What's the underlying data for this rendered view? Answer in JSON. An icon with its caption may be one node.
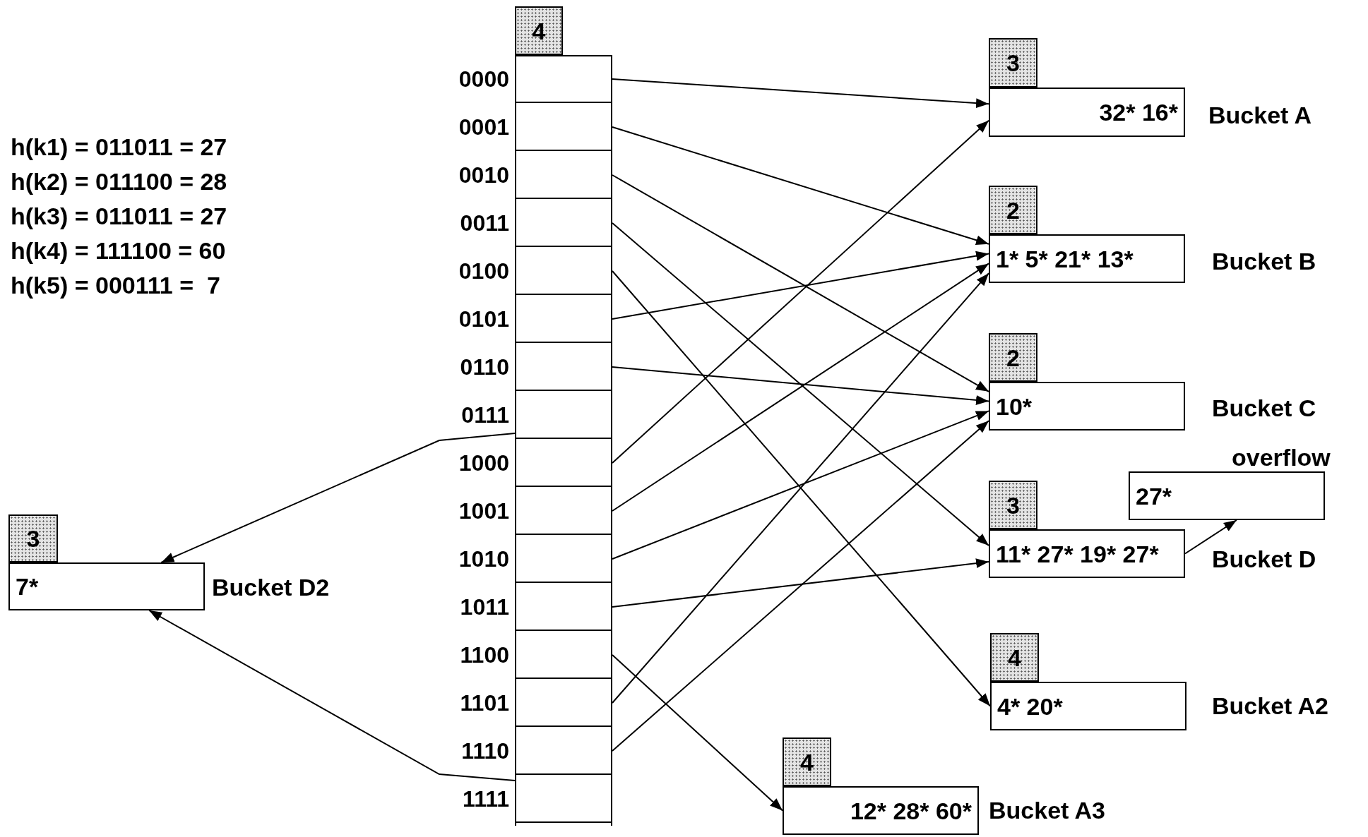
{
  "diagram": {
    "nodes": [
      {
        "text": [
          "4"
        ]
      },
      {
        "text": [],
        "shape": "box"
      },
      {
        "text": [],
        "shape": "box",
        "beside": [
          "0000"
        ],
        "in": 1
      },
      {
        "text": [],
        "shape": "box",
        "beside": [
          "0001"
        ],
        "in": 1
      },
      {
        "text": [],
        "shape": "box",
        "beside": [
          "0010"
        ],
        "in": 1
      },
      {
        "text": [],
        "shape": "box",
        "beside": [
          "0011"
        ],
        "in": 1
      },
      {
        "text": [],
        "shape": "box",
        "beside": [
          "0100"
        ],
        "in": 1
      },
      {
        "text": [],
        "shape": "box",
        "beside": [
          "0101"
        ],
        "in": 1
      },
      {
        "text": [],
        "shape": "box",
        "beside": [
          "0110"
        ],
        "in": 1
      },
      {
        "text": [],
        "shape": "box",
        "beside": [
          "0111"
        ],
        "in": 1
      },
      {
        "text": [],
        "shape": "box",
        "beside": [
          "1000"
        ],
        "in": 1
      },
      {
        "text": [],
        "shape": "box",
        "beside": [
          "1001"
        ],
        "in": 1
      },
      {
        "text": [],
        "shape": "box",
        "beside": [
          "1010"
        ],
        "in": 1
      },
      {
        "text": [],
        "shape": "box",
        "beside": [
          "1011"
        ],
        "in": 1
      },
      {
        "text": [],
        "shape": "box",
        "beside": [
          "1100"
        ],
        "in": 1
      },
      {
        "text": [],
        "shape": "box",
        "beside": [
          "1101"
        ],
        "in": 1
      },
      {
        "text": [],
        "shape": "box",
        "beside": [
          "1110"
        ],
        "in": 1
      },
      {
        "text": [],
        "shape": "box",
        "beside": [
          "1111"
        ],
        "in": 1
      },
      {
        "text": [
          "3"
        ]
      },
      {
        "text": [
          "32* 16*"
        ],
        "beside": [
          "Bucket A"
        ]
      },
      {
        "text": [
          "2"
        ]
      },
      {
        "text": [
          "1* 5* 21* 13*"
        ],
        "beside": [
          "Bucket B"
        ]
      },
      {
        "text": [
          "2"
        ]
      },
      {
        "text": [
          "10*"
        ],
        "beside": [
          "Bucket C"
        ]
      },
      {
        "text": [
          "27*"
        ],
        "beside": [
          "overflow"
        ]
      },
      {
        "text": [
          "3"
        ]
      },
      {
        "text": [
          "11* 27* 19* 27*"
        ],
        "beside": [
          "Bucket D"
        ]
      },
      {
        "text": [
          "4"
        ]
      },
      {
        "text": [
          "4* 20*"
        ],
        "beside": [
          "Bucket A2"
        ]
      },
      {
        "text": [
          "3"
        ]
      },
      {
        "text": [
          "7*"
        ],
        "beside": [
          "Bucket D2"
        ]
      },
      {
        "text": [
          "4"
        ]
      },
      {
        "text": [
          "12* 28* 60*"
        ],
        "beside": [
          "Bucket A3"
        ]
      }
    ],
    "edges": [
      {
        "from": 2,
        "to": 19,
        "arrow": "to"
      },
      {
        "from": 3,
        "to": 21,
        "arrow": "to"
      },
      {
        "from": 4,
        "to": 23,
        "arrow": "to"
      },
      {
        "from": 5,
        "to": 26,
        "arrow": "to"
      },
      {
        "from": 6,
        "to": 28,
        "arrow": "to"
      },
      {
        "from": 7,
        "to": 21,
        "arrow": "to"
      },
      {
        "from": 8,
        "to": 23,
        "arrow": "to"
      },
      {
        "from": 9,
        "to": 30,
        "arrow": "to"
      },
      {
        "from": 10,
        "to": 19,
        "arrow": "to"
      },
      {
        "from": 11,
        "to": 21,
        "arrow": "to"
      },
      {
        "from": 12,
        "to": 23,
        "arrow": "to"
      },
      {
        "from": 13,
        "to": 26,
        "arrow": "to"
      },
      {
        "from": 14,
        "to": 32,
        "arrow": "to"
      },
      {
        "from": 15,
        "to": 21,
        "arrow": "to"
      },
      {
        "from": 16,
        "to": 23,
        "arrow": "to"
      },
      {
        "from": 17,
        "to": 30,
        "arrow": "to"
      },
      {
        "from": 26,
        "to": 24,
        "arrow": "to"
      }
    ],
    "labels": [
      "h(k1) = 011011 = 27",
      "h(k2) = 011100 = 28",
      "h(k3) = 011011 = 27",
      "h(k4) = 111100 = 60",
      "h(k5) = 000111 =  7"
    ]
  }
}
